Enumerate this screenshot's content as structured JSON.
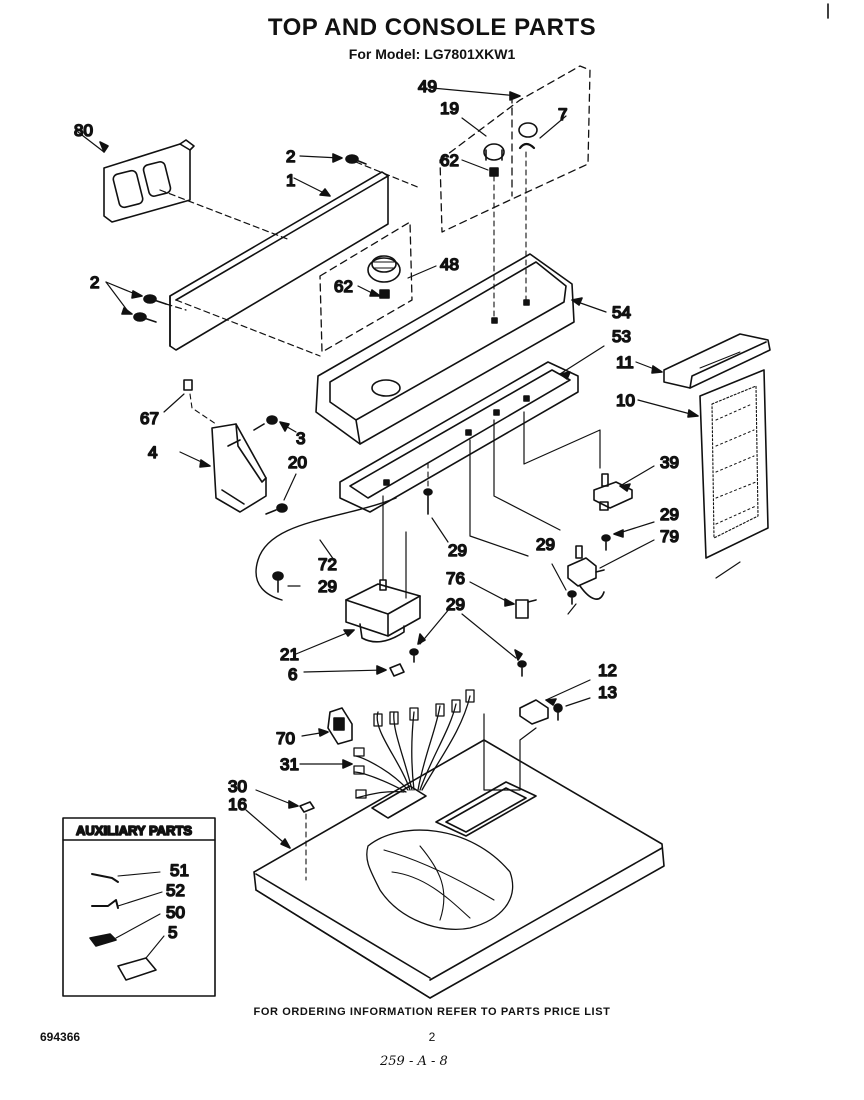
{
  "header": {
    "title": "TOP AND CONSOLE PARTS",
    "subtitle": "For Model: LG7801XKW1"
  },
  "callouts": {
    "c80": "80",
    "c2a": "2",
    "c1": "1",
    "c2b": "2",
    "c49": "49",
    "c19": "19",
    "c7": "7",
    "c62a": "62",
    "c48": "48",
    "c62b": "62",
    "c54": "54",
    "c53": "53",
    "c11": "11",
    "c10": "10",
    "c67": "67",
    "c3": "3",
    "c4": "4",
    "c20": "20",
    "c39": "39",
    "c29a": "29",
    "c79": "79",
    "c72": "72",
    "c29b": "29",
    "c29c": "29",
    "c29d": "29",
    "c76": "76",
    "c29e": "29",
    "c21": "21",
    "c6": "6",
    "c12": "12",
    "c13": "13",
    "c70": "70",
    "c31": "31",
    "c30": "30",
    "c16": "16"
  },
  "auxiliary": {
    "title": "AUXILIARY PARTS",
    "items": [
      "51",
      "52",
      "50",
      "5"
    ]
  },
  "footer": {
    "note": "FOR ORDERING INFORMATION REFER TO PARTS PRICE LIST",
    "doc_number": "694366",
    "page": "2",
    "handwritten": "259 - A - 8"
  }
}
